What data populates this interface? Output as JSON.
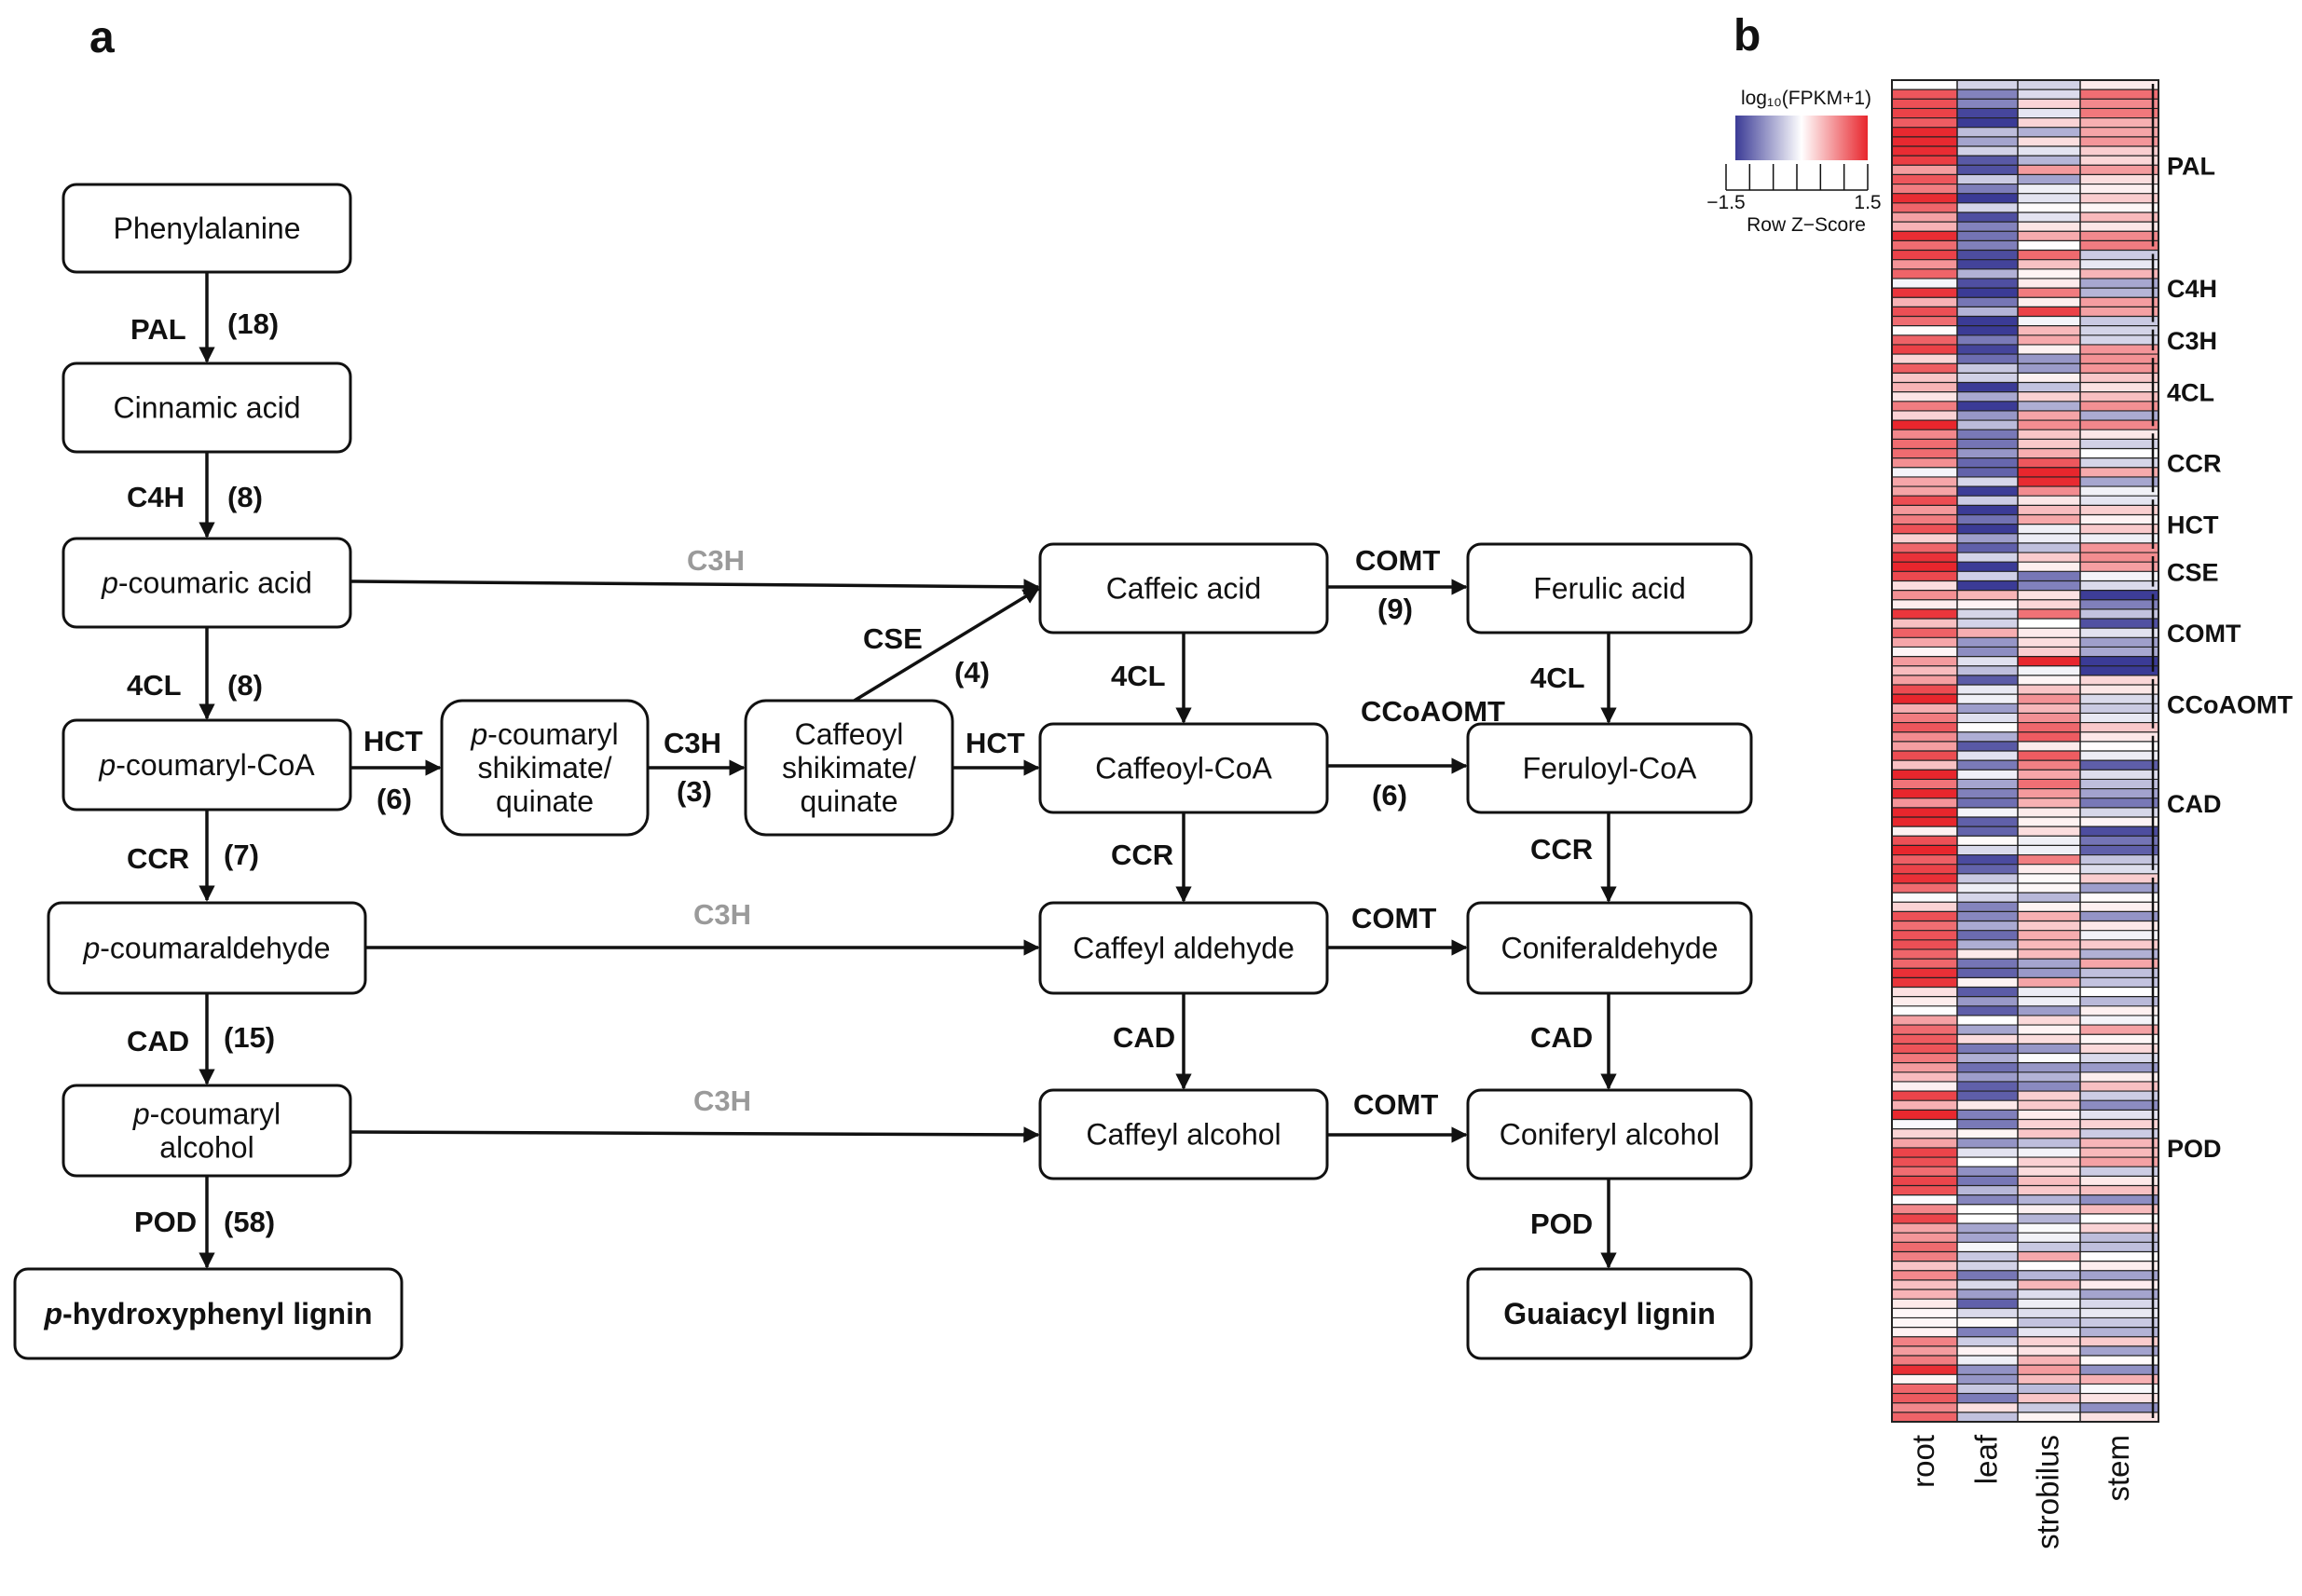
{
  "panels": {
    "a": "a",
    "b": "b"
  },
  "nodes": {
    "phe": {
      "lines": [
        "Phenylalanine"
      ]
    },
    "cin": {
      "lines": [
        "Cinnamic acid"
      ]
    },
    "pca": {
      "lines": [
        [
          "p",
          "-coumaric acid"
        ]
      ]
    },
    "pcoa": {
      "lines": [
        [
          "p",
          "-coumaryl-CoA"
        ]
      ]
    },
    "pcsq": {
      "lines": [
        [
          "p",
          "-coumaryl"
        ],
        "shikimate/",
        "quinate"
      ]
    },
    "cfsq": {
      "lines": [
        "Caffeoyl",
        "shikimate/",
        "quinate"
      ]
    },
    "caf": {
      "lines": [
        "Caffeic acid"
      ]
    },
    "fer": {
      "lines": [
        "Ferulic acid"
      ]
    },
    "cfcoa": {
      "lines": [
        "Caffeoyl-CoA"
      ]
    },
    "frcoa": {
      "lines": [
        "Feruloyl-CoA"
      ]
    },
    "pcald": {
      "lines": [
        [
          "p",
          "-coumaraldehyde"
        ]
      ]
    },
    "cfald": {
      "lines": [
        "Caffeyl aldehyde"
      ]
    },
    "cnald": {
      "lines": [
        "Coniferaldehyde"
      ]
    },
    "pcalc": {
      "lines": [
        [
          "p",
          "-coumaryl"
        ],
        "alcohol"
      ]
    },
    "cfalc": {
      "lines": [
        "Caffeyl alcohol"
      ]
    },
    "cnalc": {
      "lines": [
        "Coniferyl alcohol"
      ]
    },
    "hlig": {
      "lines": [
        [
          "p",
          "-hydroxyphenyl lignin"
        ]
      ],
      "bold": true
    },
    "glig": {
      "lines": [
        "Guaiacyl lignin"
      ],
      "bold": true
    }
  },
  "enzyme_labels": {
    "pal": "PAL",
    "pal_n": "(18)",
    "c4h": "C4H",
    "c4h_n": "(8)",
    "c3h_top": "C3H",
    "fourcl_left": "4CL",
    "fourcl_left_n": "(8)",
    "hct_left": "HCT",
    "hct_left_n": "(6)",
    "c3h_mid": "C3H",
    "c3h_mid_n": "(3)",
    "cse": "CSE",
    "cse_n": "(4)",
    "hct_right": "HCT",
    "comt_top": "COMT",
    "comt_top_n": "(9)",
    "fourcl_mid": "4CL",
    "fourcl_right": "4CL",
    "ccoaomt": "CCoAOMT",
    "ccoaomt_n": "(6)",
    "ccr_left": "CCR",
    "ccr_left_n": "(7)",
    "ccr_mid": "CCR",
    "ccr_right": "CCR",
    "c3h_ald": "C3H",
    "comt_ald": "COMT",
    "cad_left": "CAD",
    "cad_left_n": "(15)",
    "cad_mid": "CAD",
    "cad_right": "CAD",
    "c3h_alc": "C3H",
    "comt_alc": "COMT",
    "pod_left": "POD",
    "pod_left_n": "(58)",
    "pod_right": "POD"
  },
  "heatmap": {
    "legend_title": "log₁₀(FPKM+1)",
    "legend_min": "−1.5",
    "legend_max": "1.5",
    "legend_caption": "Row Z−Score",
    "colors": {
      "low": "#3b3b96",
      "mid": "#ffffff",
      "high": "#e8262d"
    },
    "columns": [
      "root",
      "leaf",
      "strobilus",
      "stem"
    ],
    "groups": [
      {
        "name": "PAL",
        "rows": 18
      },
      {
        "name": "C4H",
        "rows": 8
      },
      {
        "name": "C3H",
        "rows": 3
      },
      {
        "name": "4CL",
        "rows": 8
      },
      {
        "name": "CCR",
        "rows": 7
      },
      {
        "name": "HCT",
        "rows": 6
      },
      {
        "name": "CSE",
        "rows": 4
      },
      {
        "name": "COMT",
        "rows": 9
      },
      {
        "name": "CCoAOMT",
        "rows": 6
      },
      {
        "name": "CAD",
        "rows": 15
      },
      {
        "name": "POD",
        "rows": 58
      }
    ]
  }
}
